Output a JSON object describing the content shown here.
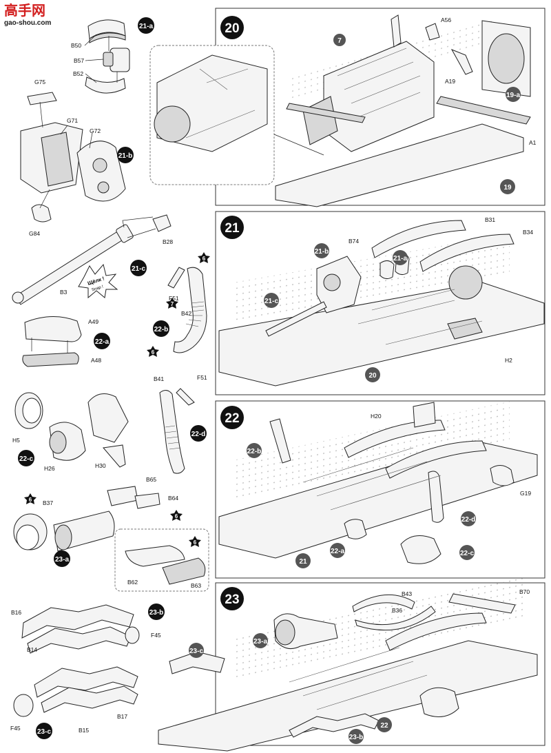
{
  "watermark": {
    "brand": "高手网",
    "url": "gao-shou.com",
    "color_brand": "#d21e1e",
    "color_url": "#1a1a1a"
  },
  "colors": {
    "badge": "#111111",
    "step_circle": "#111111",
    "page_bg": "#ffffff",
    "parts_fill": "#f4f4f4"
  },
  "subassemblies": {
    "s21a": {
      "badge": "21-a",
      "parts": [
        "B50",
        "B57",
        "B52"
      ]
    },
    "s21b": {
      "badge": "21-b",
      "parts": [
        "G75",
        "G71",
        "G72",
        "G84"
      ]
    },
    "s21c": {
      "badge": "21-c",
      "parts": [
        "B28",
        "B3"
      ],
      "callout": "Щёлк !",
      "callout_sub": "Snap !"
    },
    "s22b": {
      "badge": "22-b",
      "parts": [
        "F51",
        "B42"
      ],
      "stars": [
        "6",
        "7",
        "6"
      ]
    },
    "s22a": {
      "badge": "22-a",
      "parts": [
        "A49",
        "A48"
      ]
    },
    "s22d": {
      "badge": "22-d",
      "parts": [
        "B41",
        "F51"
      ]
    },
    "s22c": {
      "badge": "22-c",
      "parts": [
        "H5",
        "H26",
        "H30"
      ]
    },
    "s23a": {
      "badge": "23-a",
      "parts": [
        "B37",
        "B65",
        "B64",
        "B62",
        "B63"
      ],
      "stars": [
        "6",
        "6",
        "6"
      ]
    },
    "s23b": {
      "badge": "23-b",
      "parts": [
        "B16",
        "B14",
        "F45"
      ]
    },
    "s23c": {
      "badge": "23-c",
      "parts": [
        "F45",
        "B15",
        "B17"
      ]
    }
  },
  "steps": {
    "s20": {
      "number": "20",
      "parts": [
        "7",
        "A56",
        "A19",
        "19-a",
        "A1",
        "19"
      ]
    },
    "s21": {
      "number": "21",
      "parts": [
        "B31",
        "B34",
        "21-b",
        "B74",
        "21-a",
        "21-c",
        "H2",
        "20"
      ]
    },
    "s22": {
      "number": "22",
      "parts": [
        "H20",
        "22-b",
        "G19",
        "22-d",
        "22-a",
        "22-c",
        "21"
      ]
    },
    "s23": {
      "number": "23",
      "parts": [
        "B43",
        "B70",
        "B36",
        "23-a",
        "23-c",
        "22",
        "23-b"
      ]
    }
  }
}
